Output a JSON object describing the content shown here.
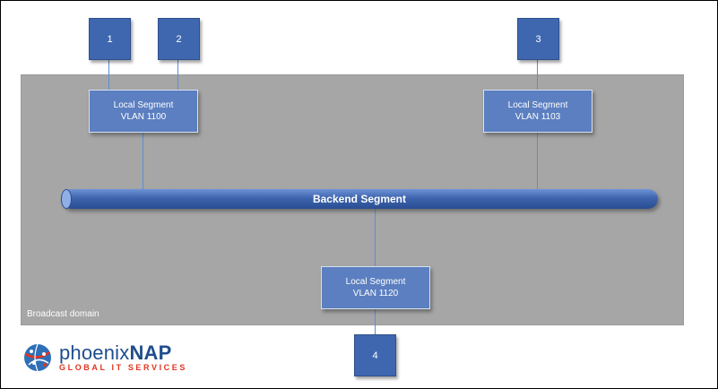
{
  "colors": {
    "node_fill": "#3f67b0",
    "segment_fill": "#5b7fc0",
    "domain_fill": "#a6a6a6",
    "connector": "#5b8ed6",
    "logo_blue": "#1f4e8c",
    "logo_red": "#e1341e"
  },
  "domain": {
    "label": "Broadcast domain"
  },
  "nodes": [
    {
      "label": "1"
    },
    {
      "label": "2"
    },
    {
      "label": "3"
    },
    {
      "label": "4"
    }
  ],
  "segments": {
    "left": {
      "line1": "Local Segment",
      "line2": "VLAN 1100"
    },
    "right": {
      "line1": "Local Segment",
      "line2": "VLAN 1103"
    },
    "bottom": {
      "line1": "Local Segment",
      "line2": "VLAN 1120"
    }
  },
  "backend": {
    "label": "Backend Segment"
  },
  "logo": {
    "brand_a": "phoenix",
    "brand_b": "NAP",
    "tagline": "GLOBAL IT SERVICES",
    "icon": "globe-network-icon"
  }
}
